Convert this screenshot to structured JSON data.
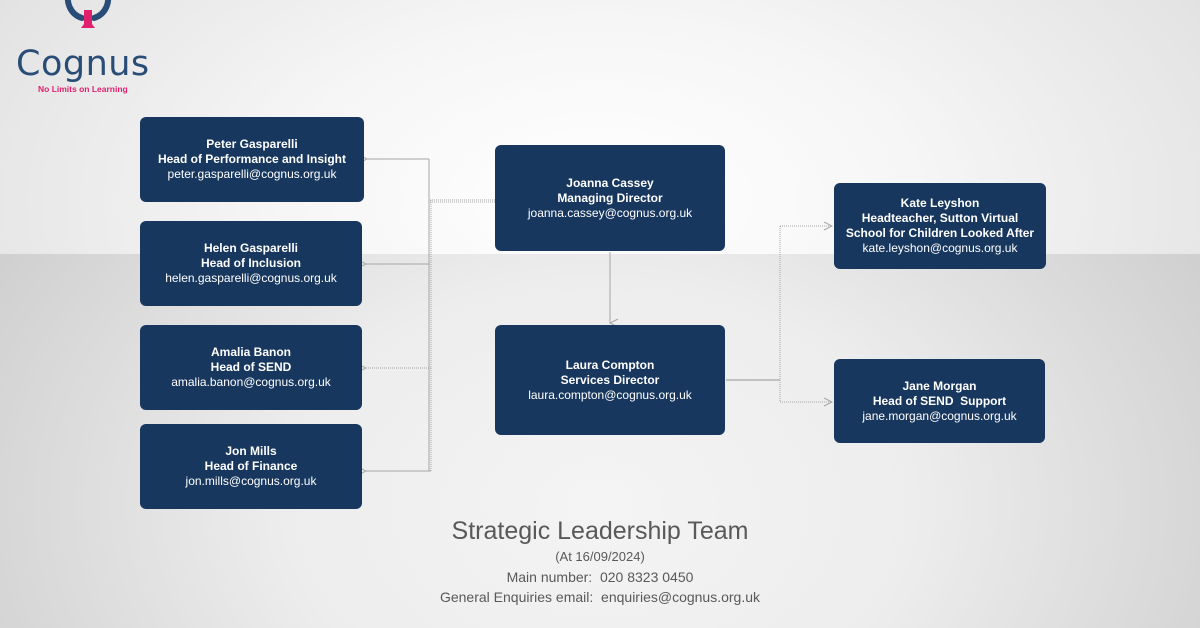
{
  "logo": {
    "brand": "Cognus",
    "tagline": "No Limits on Learning",
    "colors": {
      "navy": "#2a4d77",
      "pink": "#e0206e"
    }
  },
  "chart": {
    "box_color": "#17375e",
    "connector_color": "#a6a6a6",
    "people": [
      {
        "id": "peter",
        "name": "Peter Gasparelli",
        "role": "Head of Performance and Insight",
        "email": "peter.gasparelli@cognus.org.uk"
      },
      {
        "id": "helen",
        "name": "Helen Gasparelli",
        "role": "Head of Inclusion",
        "email": "helen.gasparelli@cognus.org.uk"
      },
      {
        "id": "amalia",
        "name": "Amalia Banon",
        "role": "Head of SEND",
        "email": "amalia.banon@cognus.org.uk"
      },
      {
        "id": "jon",
        "name": "Jon Mills",
        "role": "Head of Finance",
        "email": "jon.mills@cognus.org.uk"
      },
      {
        "id": "joanna",
        "name": "Joanna Cassey",
        "role": "Managing Director",
        "email": "joanna.cassey@cognus.org.uk"
      },
      {
        "id": "laura",
        "name": "Laura Compton",
        "role": "Services Director",
        "email": "laura.compton@cognus.org.uk"
      },
      {
        "id": "kate",
        "name": "Kate Leyshon",
        "role_line1": "Headteacher, Sutton Virtual",
        "role_line2": "School for Children Looked After",
        "email": "kate.leyshon@cognus.org.uk"
      },
      {
        "id": "jane",
        "name": "Jane Morgan",
        "role": "Head of SEND  Support",
        "email": "jane.morgan@cognus.org.uk"
      }
    ],
    "edges": [
      {
        "from": "joanna",
        "to": "peter"
      },
      {
        "from": "joanna",
        "to": "helen"
      },
      {
        "from": "joanna",
        "to": "amalia"
      },
      {
        "from": "joanna",
        "to": "jon"
      },
      {
        "from": "joanna",
        "to": "laura"
      },
      {
        "from": "laura",
        "to": "kate"
      },
      {
        "from": "laura",
        "to": "jane"
      }
    ]
  },
  "footer": {
    "title": "Strategic Leadership Team",
    "date": "(At 16/09/2024)",
    "phone_line": "Main number:  020 8323 0450",
    "email_line": "General Enquiries email:  enquiries@cognus.org.uk"
  }
}
